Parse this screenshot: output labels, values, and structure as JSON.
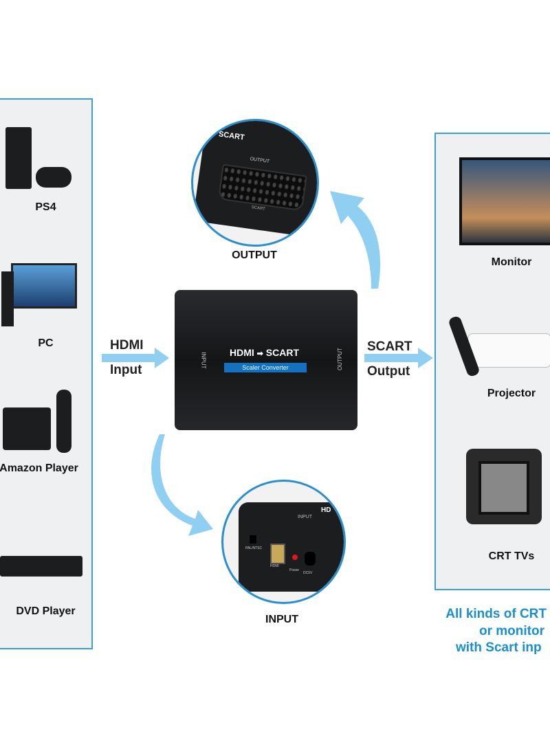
{
  "left_devices": [
    {
      "label": "PS4",
      "icon": "game-console-icon"
    },
    {
      "label": "PC",
      "icon": "desktop-pc-icon"
    },
    {
      "label": "Amazon Player",
      "icon": "streaming-box-icon"
    },
    {
      "label": "DVD Player",
      "icon": "dvd-player-icon"
    }
  ],
  "right_devices": [
    {
      "label": "Monitor",
      "icon": "monitor-icon"
    },
    {
      "label": "Projector",
      "icon": "projector-icon"
    },
    {
      "label": "CRT TVs",
      "icon": "crt-tv-icon"
    }
  ],
  "input_arrow": {
    "line1": "HDMI",
    "line2": "Input"
  },
  "output_arrow": {
    "line1": "SCART",
    "line2": "Output"
  },
  "converter": {
    "title_left": "HDMI",
    "title_arrow": "➡",
    "title_right": "SCART",
    "subtitle": "Scaler Converter",
    "side_input": "INPUT",
    "side_output": "OUTPUT"
  },
  "output_detail": {
    "caption": "OUTPUT",
    "port_label": "OUTPUT",
    "scart_text": "SCART",
    "port_text": "SCART"
  },
  "input_detail": {
    "caption": "INPUT",
    "top_label": "INPUT",
    "brand": "HD",
    "switch": "PAL/NTSC",
    "hdmi": "HDMI",
    "power": "Power",
    "dc": "DC5V"
  },
  "note": {
    "line1": "All kinds of CRT",
    "line2": "or monitor",
    "line3": "with Scart inp"
  },
  "colors": {
    "accent": "#1a8fd0",
    "panel_border": "#3a9fd6",
    "arrow": "#8fd0f2",
    "device": "#1c1d1f"
  }
}
